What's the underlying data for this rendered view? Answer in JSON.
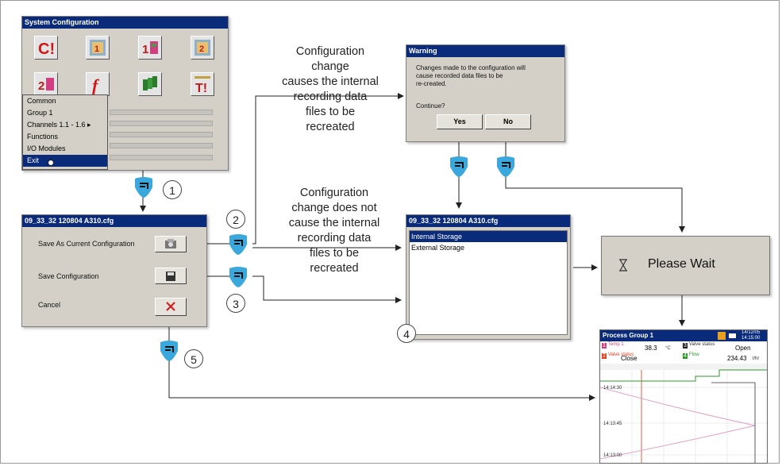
{
  "system_config": {
    "title": "System Configuration",
    "menu": [
      "Common",
      "Group 1",
      "Channels 1.1 - 1.6 ▸",
      "Functions",
      "I/O Modules",
      "Exit"
    ]
  },
  "annotations": {
    "recreated": [
      "Configuration",
      "change",
      "causes the internal",
      "recording data",
      "files to be",
      "recreated"
    ],
    "not_recreated": [
      "Configuration",
      "change does not",
      "cause the internal",
      "recording data",
      "files to be",
      "recreated"
    ]
  },
  "warning": {
    "title": "Warning",
    "message": [
      "Changes made to the configuration will",
      "cause recorded data files to be",
      "re-created."
    ],
    "prompt": "Continue?",
    "yes": "Yes",
    "no": "No"
  },
  "save_dialog": {
    "title": "09_33_32 120804 A310.cfg",
    "save_current": "Save As Current Configuration",
    "save_config": "Save Configuration",
    "cancel": "Cancel"
  },
  "storage_dialog": {
    "title": "09_33_32 120804 A310.cfg",
    "items": [
      "Internal Storage",
      "External Storage"
    ]
  },
  "please_wait": "Please Wait",
  "steps": [
    "1",
    "2",
    "3",
    "4",
    "5"
  ],
  "process": {
    "title": "Process Group 1",
    "date": "14/12/05",
    "time": "14:15:00",
    "cells": [
      {
        "num": "1",
        "name": "Temp 1",
        "value": "38.3",
        "unit": "°C"
      },
      {
        "num": "3",
        "name": "Valve status",
        "value": "Open",
        "unit": ""
      },
      {
        "num": "2",
        "name": "Valve status",
        "value": "Close",
        "unit": ""
      },
      {
        "num": "4",
        "name": "Flow",
        "value": "234.43",
        "unit": "l/hr"
      }
    ],
    "times": [
      "14:14:30",
      "14:13:45",
      "14:13:00"
    ]
  },
  "colors": {
    "titlebar": "#0a2a7a",
    "key_icon": "#3aa8dc",
    "window": "#d4d0c8"
  }
}
